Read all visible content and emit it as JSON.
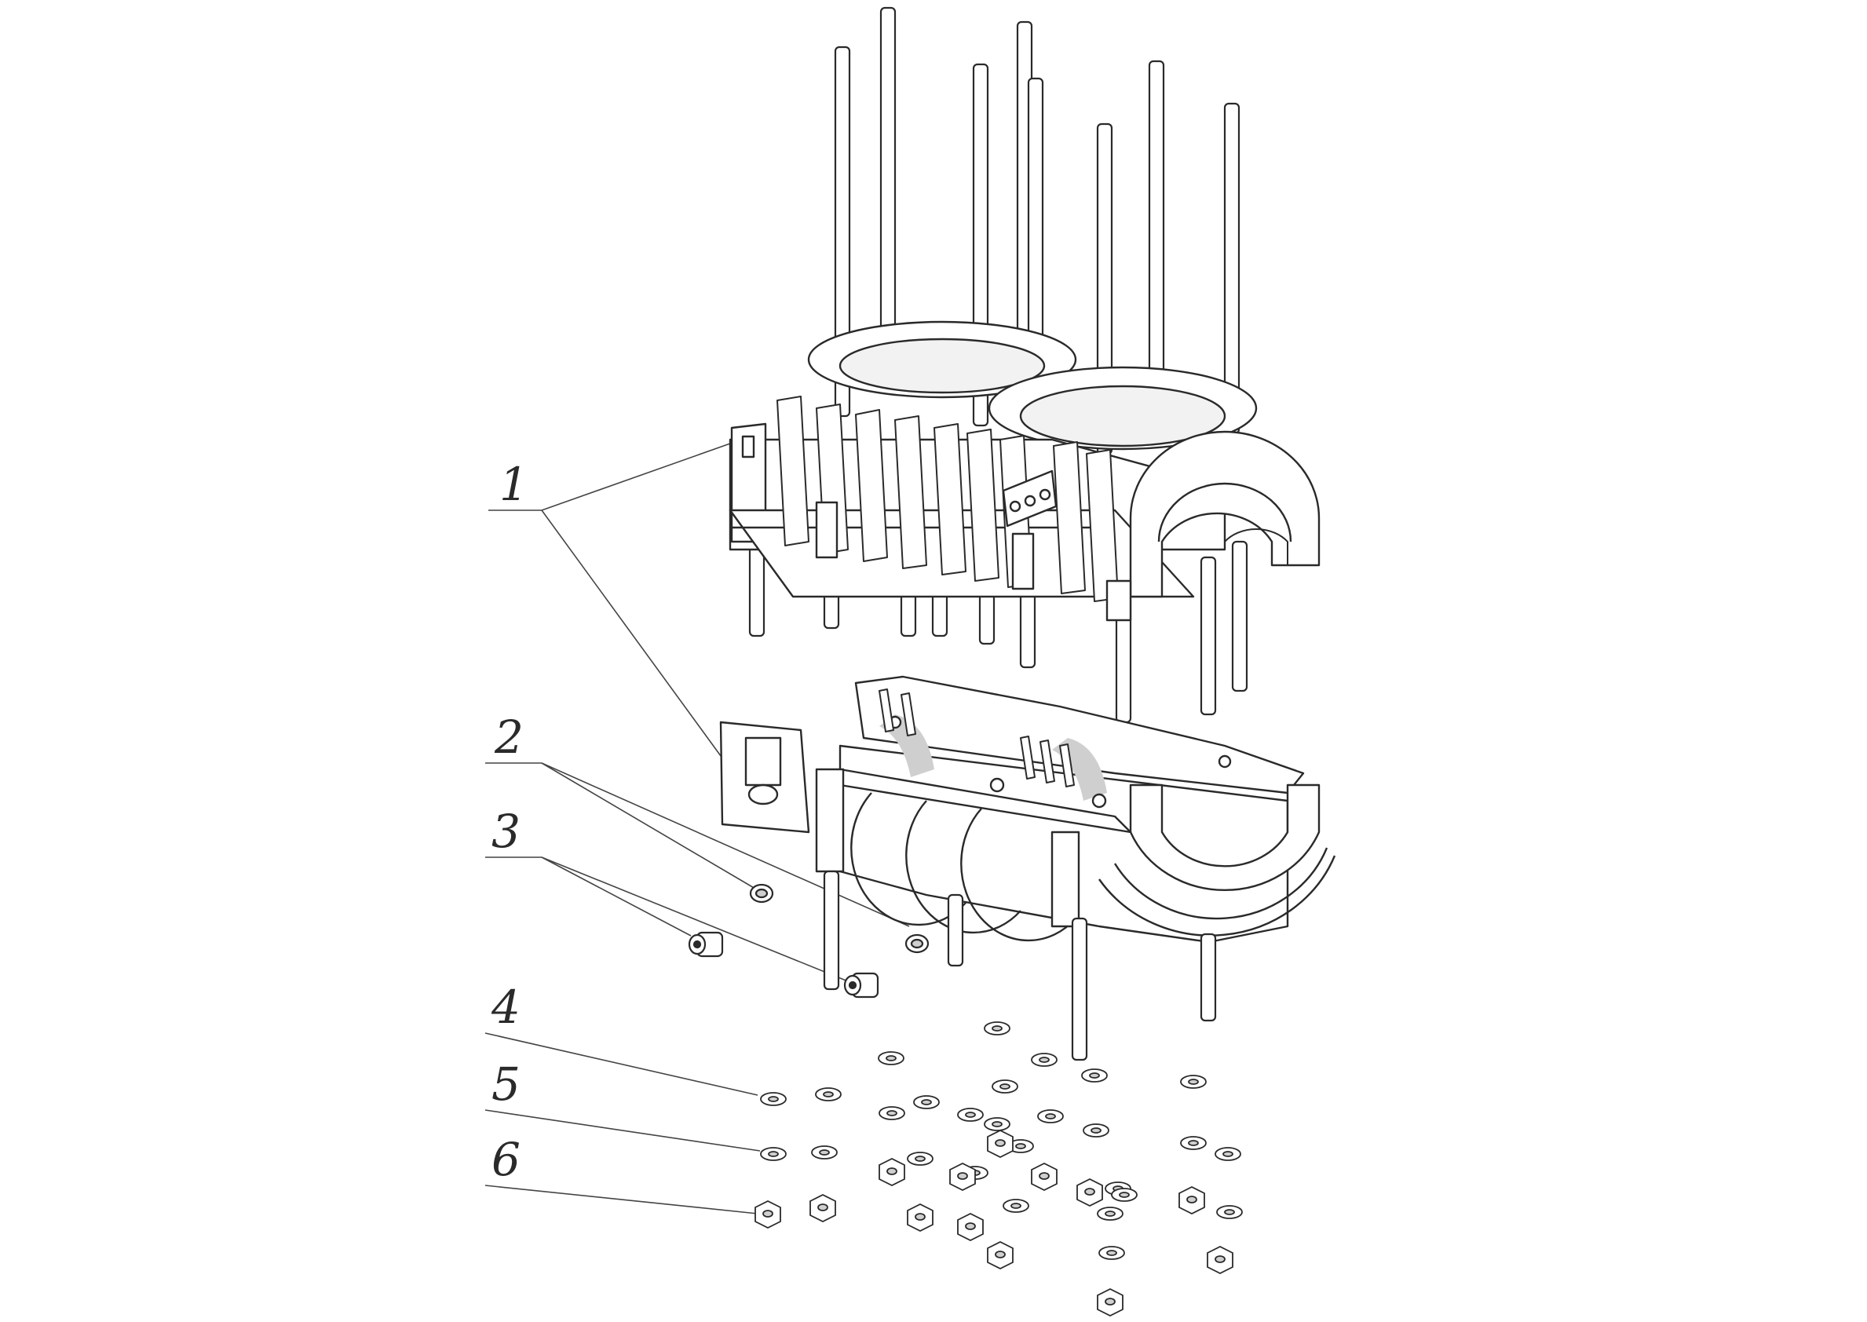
{
  "callouts": {
    "item_1": "1",
    "item_2": "2",
    "item_3": "3",
    "item_4": "4",
    "item_5": "5",
    "item_6": "6"
  },
  "colors": {
    "line": "#2a2a2a",
    "body": "#ffffff",
    "shade": "#cfcfcf"
  }
}
